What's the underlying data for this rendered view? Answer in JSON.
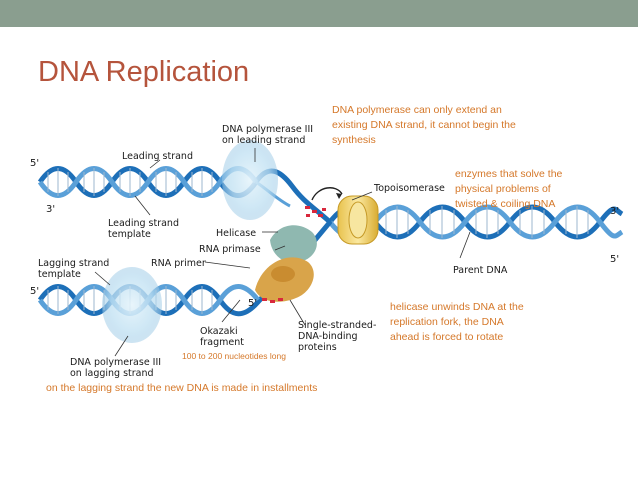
{
  "slide": {
    "title": "DNA Replication",
    "accent_color": "#b5543c",
    "note_color": "#d5782a",
    "topbar_color": "#8a9e8f"
  },
  "notes": {
    "polymerase": "DNA polymerase can only extend an existing DNA strand, it cannot begin the synthesis",
    "topoisomerase": "enzymes that solve the physical problems of twisted & coiling DNA",
    "helicase": "helicase unwinds DNA at the replication fork, the DNA ahead is forced to rotate",
    "okazaki_length": "100 to 200 nucleotides long",
    "lagging": "on the lagging strand the new DNA is made in installments"
  },
  "diagram": {
    "labels": {
      "dna_pol_leading_1": "DNA polymerase III",
      "dna_pol_leading_2": "on leading strand",
      "leading_strand": "Leading strand",
      "leading_template_1": "Leading strand",
      "leading_template_2": "template",
      "helicase": "Helicase",
      "rna_primase": "RNA primase",
      "rna_primer": "RNA primer",
      "lagging_template_1": "Lagging strand",
      "lagging_template_2": "template",
      "topoisomerase": "Topoisomerase",
      "parent_dna": "Parent DNA",
      "okazaki_1": "Okazaki",
      "okazaki_2": "fragment",
      "ssb_1": "Single-stranded-",
      "ssb_2": "DNA-binding",
      "ssb_3": "proteins",
      "dna_pol_lagging_1": "DNA polymerase III",
      "dna_pol_lagging_2": "on lagging strand"
    },
    "ends": {
      "top_left_5": "5'",
      "top_left_3": "3'",
      "right_3": "3'",
      "right_5": "5'",
      "lower_left_5": "5'",
      "lower_mid_5": "5'"
    },
    "colors": {
      "strand_blue": "#1d6fb8",
      "strand_light": "#5aa0d8",
      "polymerase_glow": "#bfe0f2",
      "helicase_yellow": "#f2d36b",
      "primase_teal": "#8fb8b0",
      "ssb_orange": "#d9a44a",
      "primer_red": "#d8283c"
    }
  }
}
